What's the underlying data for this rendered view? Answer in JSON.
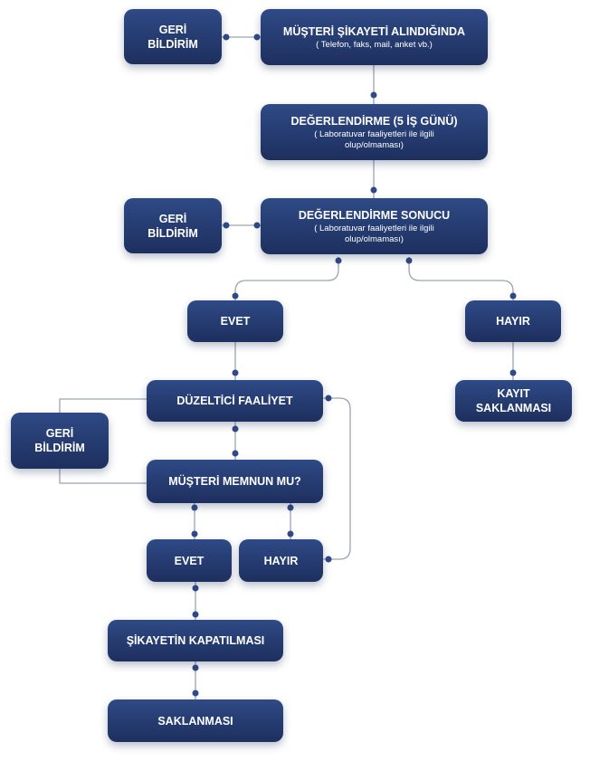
{
  "nodes": {
    "geri_bildirim_1": {
      "title": "GERİ\nBİLDİRİM"
    },
    "sikayet_alindiginda": {
      "title": "MÜŞTERİ ŞİKAYETİ ALINDIĞINDA",
      "subtitle": "( Telefon, faks, mail, anket vb.)"
    },
    "degerlendirme": {
      "title": "DEĞERLENDİRME (5 İŞ GÜNÜ)",
      "subtitle": "( Laboratuvar faaliyetleri ile ilgili\nolup/olmaması)"
    },
    "geri_bildirim_2": {
      "title": "GERİ\nBİLDİRİM"
    },
    "degerlendirme_sonucu": {
      "title": "DEĞERLENDİRME SONUCU",
      "subtitle": "( Laboratuvar faaliyetleri ile ilgili\nolup/olmaması)"
    },
    "evet_1": {
      "title": "EVET"
    },
    "hayir_1": {
      "title": "HAYIR"
    },
    "kayit_saklanmasi": {
      "title": "KAYIT\nSAKLANMASI"
    },
    "duzeltici_faaliyet": {
      "title": "DÜZELTİCİ FAALİYET"
    },
    "geri_bildirim_3": {
      "title": "GERİ\nBİLDİRİM"
    },
    "musteri_memnun_mu": {
      "title": "MÜŞTERİ MEMNUN MU?"
    },
    "evet_2": {
      "title": "EVET"
    },
    "hayir_2": {
      "title": "HAYIR"
    },
    "sikayetin_kapatilmasi": {
      "title": "ŞİKAYETİN KAPATILMASI"
    },
    "saklanmasi": {
      "title": "SAKLANMASI"
    }
  },
  "colors": {
    "node_fill": "#26396f",
    "connector": "#9aa3b5",
    "dot": "#2f4a86"
  }
}
